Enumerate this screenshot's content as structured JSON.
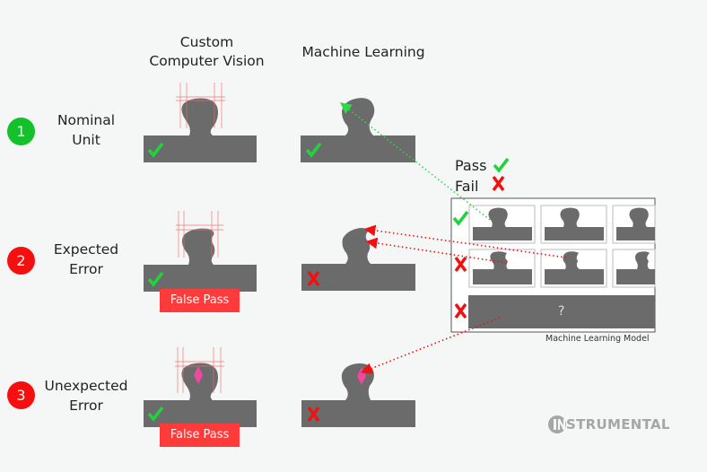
{
  "columns": {
    "custom_cv": "Custom\nComputer Vision",
    "custom_cv_line1": "Custom",
    "custom_cv_line2": "Computer Vision",
    "ml": "Machine Learning"
  },
  "rows": [
    {
      "number": "1",
      "line1": "Nominal",
      "line2": "Unit",
      "color": "#13c12a",
      "cv_result": "pass",
      "ml_result": "pass",
      "cv_badge": ""
    },
    {
      "number": "2",
      "line1": "Expected",
      "line2": "Error",
      "color": "#f50f0f",
      "cv_result": "pass",
      "ml_result": "fail",
      "cv_badge": "False Pass"
    },
    {
      "number": "3",
      "line1": "Unexpected",
      "line2": "Error",
      "color": "#f50f0f",
      "cv_result": "pass",
      "ml_result": "fail",
      "cv_badge": "False Pass"
    }
  ],
  "legend": {
    "pass_label": "Pass",
    "fail_label": "Fail",
    "pass_icon": "check-icon",
    "fail_icon": "x-icon"
  },
  "model": {
    "label": "Machine Learning Model",
    "unknown_label": "?",
    "rows": [
      "pass",
      "fail",
      "fail"
    ]
  },
  "logo": {
    "text": "INSTRUMENTAL"
  },
  "colors": {
    "pass": "#1fd33f",
    "fail": "#f21010",
    "part": "#6b6b6b",
    "false_pass_bg": "#fe3b3b",
    "defect": "#f0489c",
    "grid_line": "#f26b6b"
  }
}
